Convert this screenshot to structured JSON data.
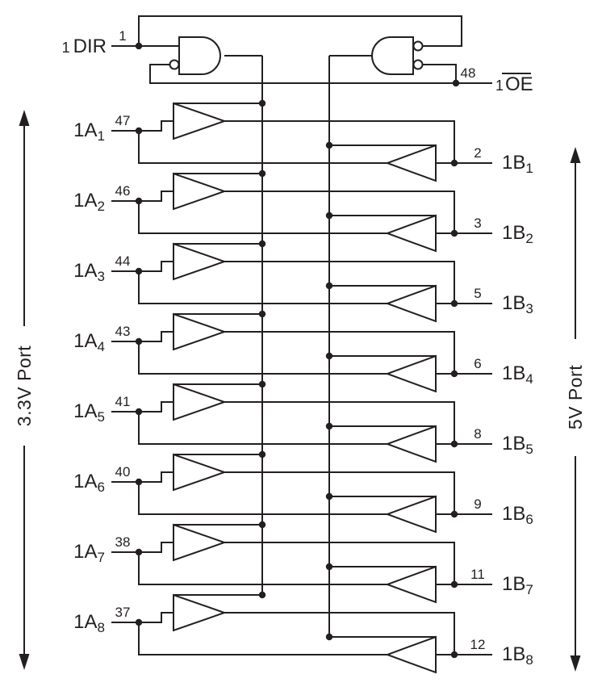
{
  "diagram": {
    "type": "logic-diagram-bus-transceiver",
    "dir": {
      "prefix": "1",
      "label": "DIR",
      "pin": "1"
    },
    "oe": {
      "prefix": "1",
      "label": "OE",
      "pin": "48"
    },
    "left_port": "3.3V Port",
    "right_port": "5V Port",
    "colors": {
      "line": "#231f20",
      "background": "#ffffff"
    }
  },
  "channels": [
    {
      "bit": "1",
      "a_base": "1A",
      "b_base": "1B",
      "a_pin": "47",
      "b_pin": "2"
    },
    {
      "bit": "2",
      "a_base": "1A",
      "b_base": "1B",
      "a_pin": "46",
      "b_pin": "3"
    },
    {
      "bit": "3",
      "a_base": "1A",
      "b_base": "1B",
      "a_pin": "44",
      "b_pin": "5"
    },
    {
      "bit": "4",
      "a_base": "1A",
      "b_base": "1B",
      "a_pin": "43",
      "b_pin": "6"
    },
    {
      "bit": "5",
      "a_base": "1A",
      "b_base": "1B",
      "a_pin": "41",
      "b_pin": "8"
    },
    {
      "bit": "6",
      "a_base": "1A",
      "b_base": "1B",
      "a_pin": "40",
      "b_pin": "9"
    },
    {
      "bit": "7",
      "a_base": "1A",
      "b_base": "1B",
      "a_pin": "38",
      "b_pin": "11"
    },
    {
      "bit": "8",
      "a_base": "1A",
      "b_base": "1B",
      "a_pin": "37",
      "b_pin": "12"
    }
  ]
}
